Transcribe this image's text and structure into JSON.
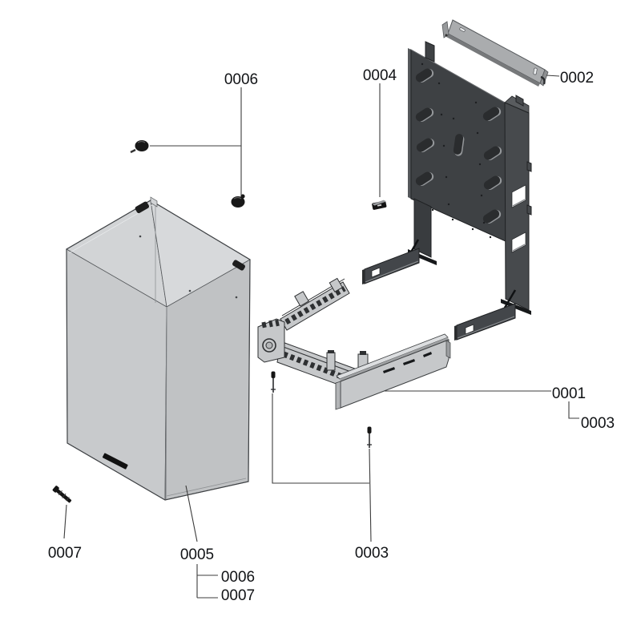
{
  "diagram": {
    "type": "exploded-parts-diagram",
    "description": "Exploded isometric spare-parts drawing of a wall-mounted boiler casing: casing shell, rear mounting panel with legs, wall bracket strip, base assembly with front panel, grommets, clip and screws",
    "callouts": {
      "grommet_top": "0006",
      "clip": "0004",
      "wall_bracket": "0002",
      "base_front_panel": "0001",
      "base_screw": "0003",
      "floor_screws": "0003",
      "screw_left": "0007",
      "casing": "0005",
      "casing_sub_grommet": "0006",
      "casing_sub_screw": "0007"
    },
    "parts": [
      {
        "id": "0001",
        "shape": "base-front-panel"
      },
      {
        "id": "0002",
        "shape": "wall-mounting-bracket-strip"
      },
      {
        "id": "0003",
        "shape": "screw"
      },
      {
        "id": "0004",
        "shape": "clip"
      },
      {
        "id": "0005",
        "shape": "casing-shell"
      },
      {
        "id": "0006",
        "shape": "grommet"
      },
      {
        "id": "0007",
        "shape": "self-tapping-screw"
      }
    ]
  },
  "colors": {
    "casing_left": "#c8cacc",
    "casing_right": "#c0c2c4",
    "casing_top": "#d2d4d6",
    "rear_panel": "#3e4144",
    "bracket": "#aaacae",
    "base_light": "#c6c8ca",
    "leader_line": "#3c3c3c",
    "label_text": "#111316"
  }
}
